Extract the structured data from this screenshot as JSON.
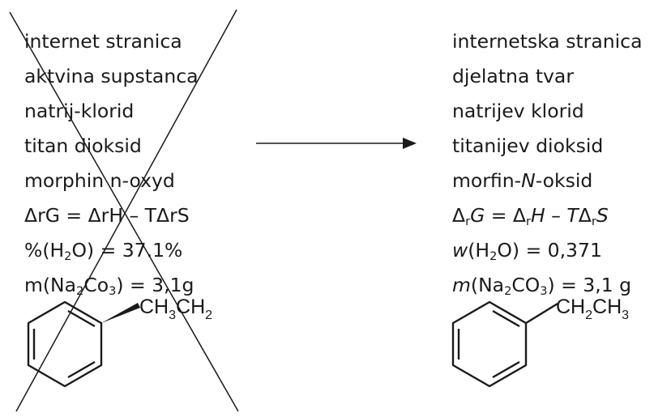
{
  "incorrect": {
    "lines": [
      {
        "parts": [
          {
            "t": "internet stranica"
          }
        ]
      },
      {
        "parts": [
          {
            "t": "aktvina supstanca"
          }
        ]
      },
      {
        "parts": [
          {
            "t": "natrij-klorid"
          }
        ]
      },
      {
        "parts": [
          {
            "t": "titan dioksid"
          }
        ]
      },
      {
        "parts": [
          {
            "t": "morphin n-oxyd"
          }
        ]
      },
      {
        "parts": [
          {
            "t": "ΔrG = ΔrH – TΔrS"
          }
        ]
      },
      {
        "parts": [
          {
            "t": "%(H"
          },
          {
            "t": "2",
            "sub": true
          },
          {
            "t": "O) = 37.1%"
          }
        ]
      },
      {
        "parts": [
          {
            "t": "m(Na"
          },
          {
            "t": "2",
            "sub": true
          },
          {
            "t": "Co"
          },
          {
            "t": "3",
            "sub": true
          },
          {
            "t": ") = 3,1g"
          }
        ]
      }
    ],
    "structure": {
      "groups": [
        "CH",
        "3",
        "CH",
        "2"
      ]
    }
  },
  "correct": {
    "lines": [
      {
        "parts": [
          {
            "t": "internetska stranica"
          }
        ]
      },
      {
        "parts": [
          {
            "t": "djelatna tvar"
          }
        ]
      },
      {
        "parts": [
          {
            "t": "natrijev klorid"
          }
        ]
      },
      {
        "parts": [
          {
            "t": "titanijev dioksid"
          }
        ]
      },
      {
        "parts": [
          {
            "t": "morfin-"
          },
          {
            "t": "N",
            "i": true
          },
          {
            "t": "-oksid"
          }
        ]
      },
      {
        "parts": [
          {
            "t": "Δ"
          },
          {
            "t": "r",
            "sub": true
          },
          {
            "t": "G",
            "i": true
          },
          {
            "t": " = Δ"
          },
          {
            "t": "r",
            "sub": true
          },
          {
            "t": "H",
            "i": true
          },
          {
            "t": " – "
          },
          {
            "t": "T",
            "i": true
          },
          {
            "t": "Δ"
          },
          {
            "t": "r",
            "sub": true
          },
          {
            "t": "S",
            "i": true
          }
        ]
      },
      {
        "parts": [
          {
            "t": "w",
            "i": true
          },
          {
            "t": "(H"
          },
          {
            "t": "2",
            "sub": true
          },
          {
            "t": "O) = 0,371"
          }
        ]
      },
      {
        "parts": [
          {
            "t": "m",
            "i": true
          },
          {
            "t": "(Na"
          },
          {
            "t": "2",
            "sub": true
          },
          {
            "t": "CO"
          },
          {
            "t": "3",
            "sub": true
          },
          {
            "t": ") = 3,1 g"
          }
        ]
      }
    ],
    "structure": {
      "groups": [
        "CH",
        "2",
        "CH",
        "3"
      ]
    }
  },
  "colors": {
    "ink": "#1a1a1a",
    "background": "#ffffff"
  }
}
